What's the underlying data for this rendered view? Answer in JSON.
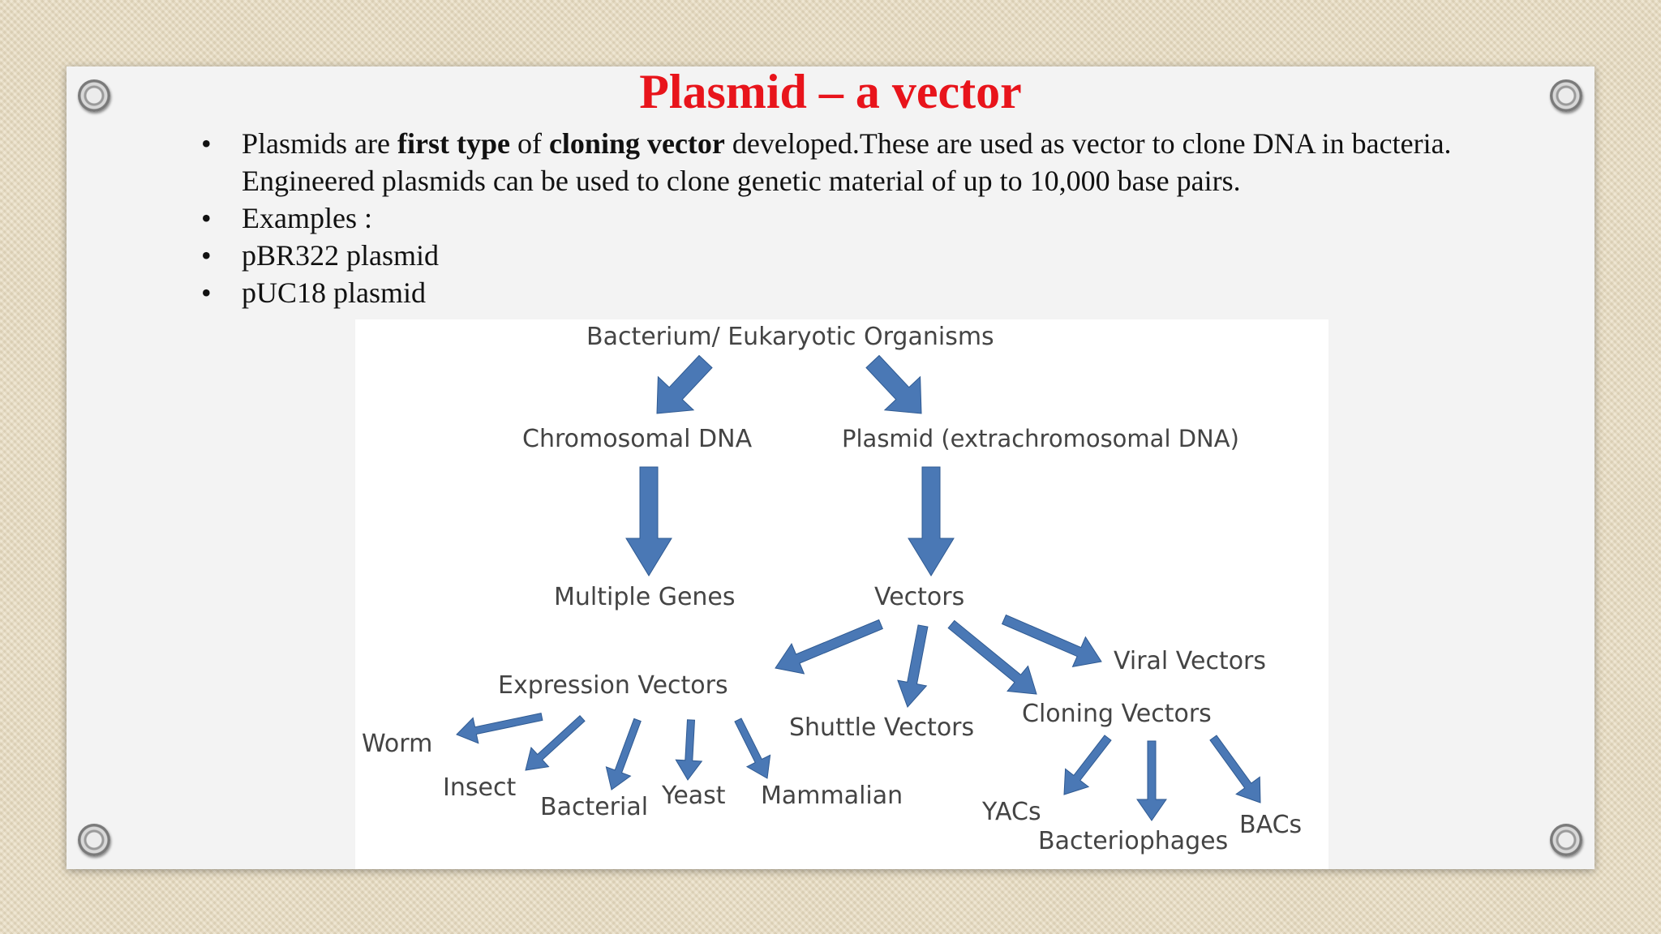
{
  "slide": {
    "title": "Plasmid – a vector",
    "bullets": [
      {
        "parts": [
          {
            "text": "Plasmids are ",
            "bold": false
          },
          {
            "text": "first type",
            "bold": true
          },
          {
            "text": " of ",
            "bold": false
          },
          {
            "text": "cloning vector",
            "bold": true
          },
          {
            "text": " developed.These are used as vector to clone DNA in bacteria. Engineered plasmids can be used to clone genetic material of up to 10,000 base pairs.",
            "bold": false
          }
        ]
      },
      {
        "parts": [
          {
            "text": "Examples :",
            "bold": false
          }
        ]
      },
      {
        "parts": [
          {
            "text": "pBR322 plasmid",
            "bold": false
          }
        ]
      },
      {
        "parts": [
          {
            "text": "pUC18  plasmid",
            "bold": false
          }
        ]
      }
    ],
    "bullet_symbol": "•"
  },
  "diagram": {
    "arrow_color": "#4a78b5",
    "nodes": {
      "root": "Bacterium/ Eukaryotic Organisms",
      "chromosomal": "Chromosomal DNA",
      "plasmid": "Plasmid (extrachromosomal DNA)",
      "multiple_genes": "Multiple Genes",
      "vectors": "Vectors",
      "expression": "Expression Vectors",
      "shuttle": "Shuttle Vectors",
      "cloning": "Cloning Vectors",
      "viral": "Viral Vectors",
      "worm": "Worm",
      "insect": "Insect",
      "bacterial": "Bacterial",
      "yeast": "Yeast",
      "mammalian": "Mammalian",
      "yacs": "YACs",
      "bacteriophages": "Bacteriophages",
      "bacs": "BACs"
    }
  }
}
